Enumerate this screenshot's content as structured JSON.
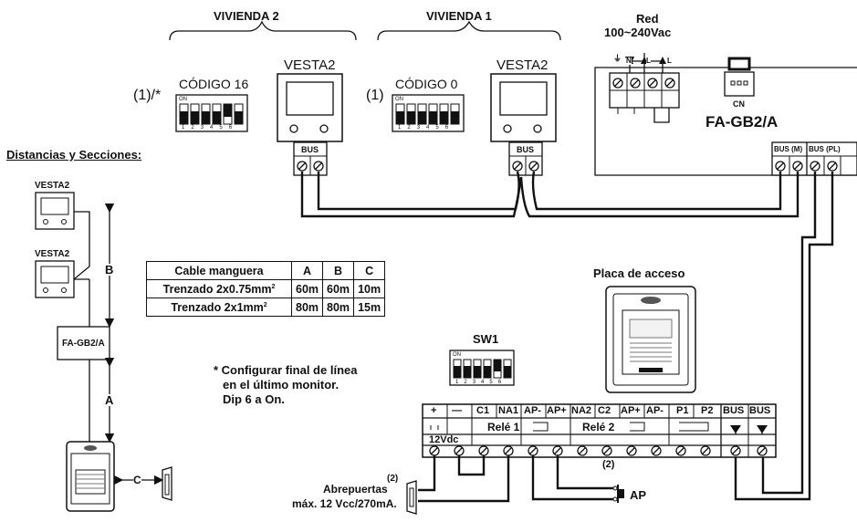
{
  "vivienda2": {
    "title": "VIVIENDA 2",
    "prefix": "(1)/*",
    "codigo": "CÓDIGO 16",
    "monitor": "VESTA2",
    "bus": "BUS"
  },
  "vivienda1": {
    "title": "VIVIENDA 1",
    "prefix": "(1)",
    "codigo": "CÓDIGO 0",
    "monitor": "VESTA2",
    "bus": "BUS"
  },
  "dip": {
    "on": "ON",
    "numbers": [
      "1",
      "2",
      "3",
      "4",
      "5",
      "6"
    ]
  },
  "psu": {
    "red_title": "Red",
    "red_voltage": "100~240Vac",
    "terminals": [
      "⏚",
      "N",
      "L",
      "L"
    ],
    "cn": "CN",
    "name": "FA-GB2/A",
    "bus_m": "BUS (M)",
    "bus_pl": "BUS (PL)"
  },
  "distancias": {
    "title": "Distancias y Secciones:",
    "vesta_a": "VESTA2",
    "vesta_b": "VESTA2",
    "fa": "FA-GB2/A",
    "label_a": "A",
    "label_b": "B",
    "label_c": "C"
  },
  "cable_table": {
    "headers": [
      "Cable manguera",
      "A",
      "B",
      "C"
    ],
    "rows": [
      {
        "name": "Trenzado 2x0.75mm",
        "sup": "2",
        "a": "60m",
        "b": "60m",
        "c": "10m"
      },
      {
        "name": "Trenzado 2x1mm",
        "sup": "2",
        "a": "80m",
        "b": "80m",
        "c": "15m"
      }
    ]
  },
  "note": [
    "* Configurar final de línea",
    "en el último monitor.",
    "Dip 6 a On."
  ],
  "sw1": "SW1",
  "placa": "Placa de acceso",
  "panel": {
    "labels": [
      "+",
      "—",
      "C1",
      "NA1",
      "AP-",
      "AP+",
      "NA2",
      "C2",
      "AP+",
      "AP-",
      "P1",
      "P2",
      "BUS",
      "BUS"
    ],
    "psu_label": "12Vdc",
    "rele1": "Relé 1",
    "rele2": "Relé 2",
    "note2": "(2)"
  },
  "abrepuertas": {
    "note": "(2)",
    "line1": "Abrepuertas",
    "line2": "máx. 12 Vcc/270mA."
  },
  "ap": "AP"
}
